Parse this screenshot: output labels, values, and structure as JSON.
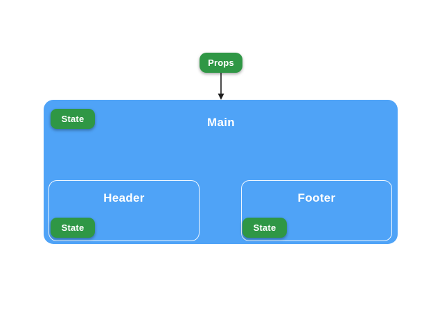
{
  "diagram": {
    "props_badge": {
      "label": "Props"
    },
    "arrow": {
      "name": "arrow-down",
      "color": "#1c1c1c"
    },
    "main": {
      "label": "Main",
      "state_badge": {
        "label": "State"
      }
    },
    "children": [
      {
        "label": "Header",
        "state_badge": {
          "label": "State"
        }
      },
      {
        "label": "Footer",
        "state_badge": {
          "label": "State"
        }
      }
    ],
    "colors": {
      "container_blue": "#4FA3F7",
      "badge_green": "#2F9745",
      "box_border_white": "#FFFFFF",
      "text_white": "#FFFFFF",
      "background": "#FFFFFF"
    }
  }
}
